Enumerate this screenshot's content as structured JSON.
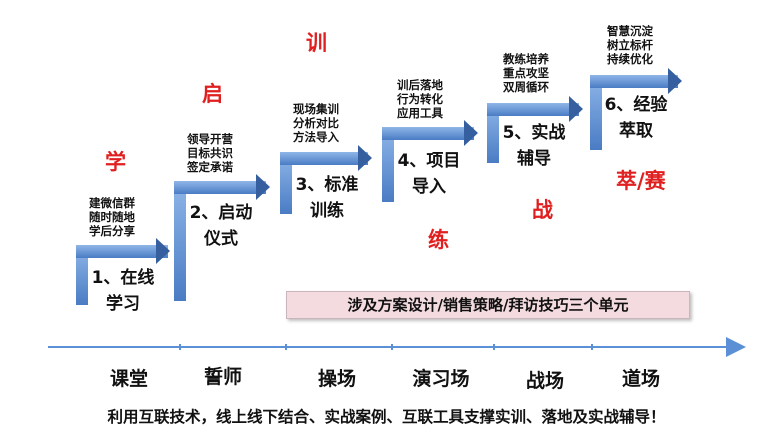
{
  "steps": [
    {
      "title_line1": "1、在线",
      "title_line2": "学习",
      "note": [
        "建微信群",
        "随时随地",
        "学后分享"
      ]
    },
    {
      "title_line1": "2、启动",
      "title_line2": "仪式",
      "note": [
        "领导开营",
        "目标共识",
        "签定承诺"
      ]
    },
    {
      "title_line1": "3、标准",
      "title_line2": "训练",
      "note": [
        "现场集训",
        "分析对比",
        "方法导入"
      ]
    },
    {
      "title_line1": "4、项目",
      "title_line2": "导入",
      "note": [
        "训后落地",
        "行为转化",
        "应用工具"
      ]
    },
    {
      "title_line1": "5、实战",
      "title_line2": "辅导",
      "note": [
        "教练培养",
        "重点攻坚",
        "双周循环"
      ]
    },
    {
      "title_line1": "6、经验",
      "title_line2": "萃取",
      "note": [
        "智慧沉淀",
        "树立标杆",
        "持续优化"
      ]
    }
  ],
  "keywords": {
    "xue": "学",
    "qi": "启",
    "xun": "训",
    "lian": "练",
    "zhan": "战",
    "cui": "萃/赛"
  },
  "banner": "涉及方案设计/销售策略/拜访技巧三个单元",
  "stages": [
    "课堂",
    "誓师",
    "操场",
    "演习场",
    "战场",
    "道场"
  ],
  "footer": "利用互联技术，线上线下结合、实战案例、互联工具支撑实训、落地及实战辅导！",
  "colors": {
    "step_blue": "#5b8fd6",
    "step_light": "#8fb6e8",
    "step_dark": "#355f9e",
    "accent_red": "#e02020",
    "axis": "#5b8fd6"
  }
}
